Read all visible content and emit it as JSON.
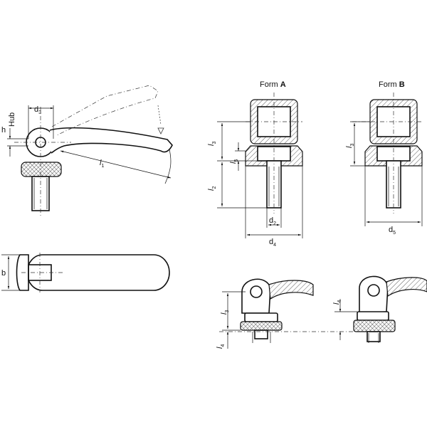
{
  "form_a": {
    "prefix": "Form ",
    "letter": "A"
  },
  "form_b": {
    "prefix": "Form ",
    "letter": "B"
  },
  "labels": {
    "d": "d",
    "h": "h",
    "hub": "Hub",
    "l": "l",
    "b": "b",
    "s1": "1",
    "s2": "2",
    "s3": "3",
    "s4": "4",
    "s5": "5"
  }
}
